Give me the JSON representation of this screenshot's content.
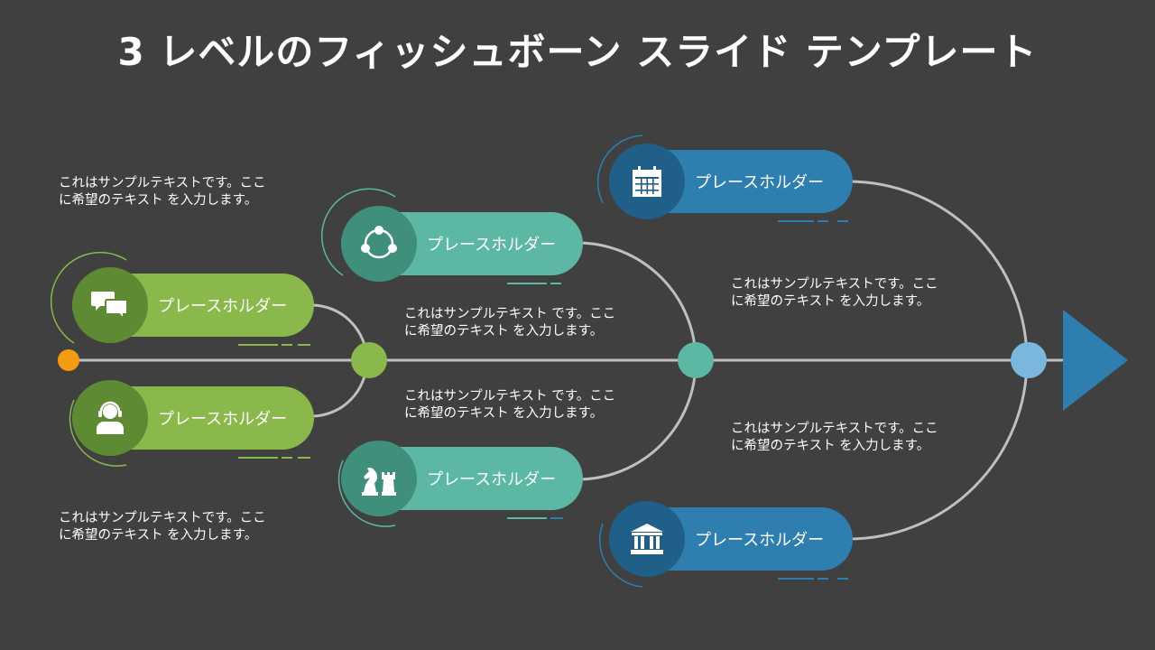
{
  "title": "3 レベルのフィッシュボーン スライド テンプレート",
  "colors": {
    "background": "#404040",
    "line": "#bfbfbf",
    "start_dot": "#f39c12",
    "level1": "#8bb84a",
    "level1_dark": "#5e8a33",
    "level2": "#5cb8a5",
    "level2_dark": "#3f8f7c",
    "level3": "#2e7fb0",
    "level3_dark": "#205f87",
    "node3": "#7ab6de"
  },
  "items": {
    "l1_top": {
      "label": "プレースホルダー",
      "icon": "chat-bubbles-icon"
    },
    "l1_bottom": {
      "label": "プレースホルダー",
      "icon": "headset-user-icon"
    },
    "l2_top": {
      "label": "プレースホルダー",
      "icon": "cycle-nodes-icon"
    },
    "l2_bottom": {
      "label": "プレースホルダー",
      "icon": "chess-pieces-icon"
    },
    "l3_top": {
      "label": "プレースホルダー",
      "icon": "calendar-icon"
    },
    "l3_bottom": {
      "label": "プレースホルダー",
      "icon": "bank-building-icon"
    }
  },
  "texts": {
    "t1_top": {
      "line1": "これはサンプルテキストです。ここ",
      "line2": "に希望のテキスト を入力します。"
    },
    "t1_bottom": {
      "line1": "これはサンプルテキストです。ここ",
      "line2": "に希望のテキスト を入力します。"
    },
    "t2_top": {
      "line1": "これはサンプルテキスト です。ここ",
      "line2": "に希望のテキスト を入力します。"
    },
    "t2_bottom": {
      "line1": "これはサンプルテキスト です。ここ",
      "line2": "に希望のテキスト を入力します。"
    },
    "t3_top": {
      "line1": "これはサンプルテキストです。ここ",
      "line2": "に希望のテキスト を入力します。"
    },
    "t3_bottom": {
      "line1": "これはサンプルテキストです。ここ",
      "line2": "に希望のテキスト を入力します。"
    }
  }
}
